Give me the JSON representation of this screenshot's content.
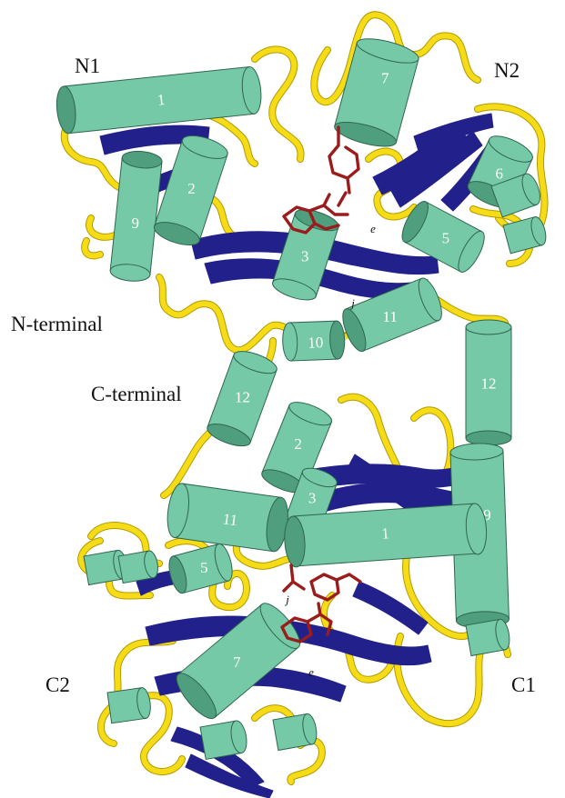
{
  "colors": {
    "helix_fill": "#76c9a6",
    "helix_shade": "#4f9e7e",
    "helix_edge": "#2f6650",
    "coil": "#f5dc17",
    "coil_edge": "#b39a00",
    "strand": "#22208a",
    "ligand": "#9b1c1c"
  },
  "labels": {
    "n1": "N1",
    "n2": "N2",
    "n_terminal": "N-terminal",
    "c_terminal": "C-terminal",
    "c1": "C1",
    "c2": "C2"
  },
  "upper": {
    "helices": [
      "1",
      "2",
      "3",
      "5",
      "6",
      "7",
      "9",
      "10",
      "11",
      "12"
    ],
    "sites": [
      "e",
      "j"
    ]
  },
  "lower": {
    "helices": [
      "1",
      "2",
      "3",
      "5",
      "7",
      "9",
      "11",
      "12"
    ],
    "sites": [
      "j",
      "e"
    ]
  }
}
